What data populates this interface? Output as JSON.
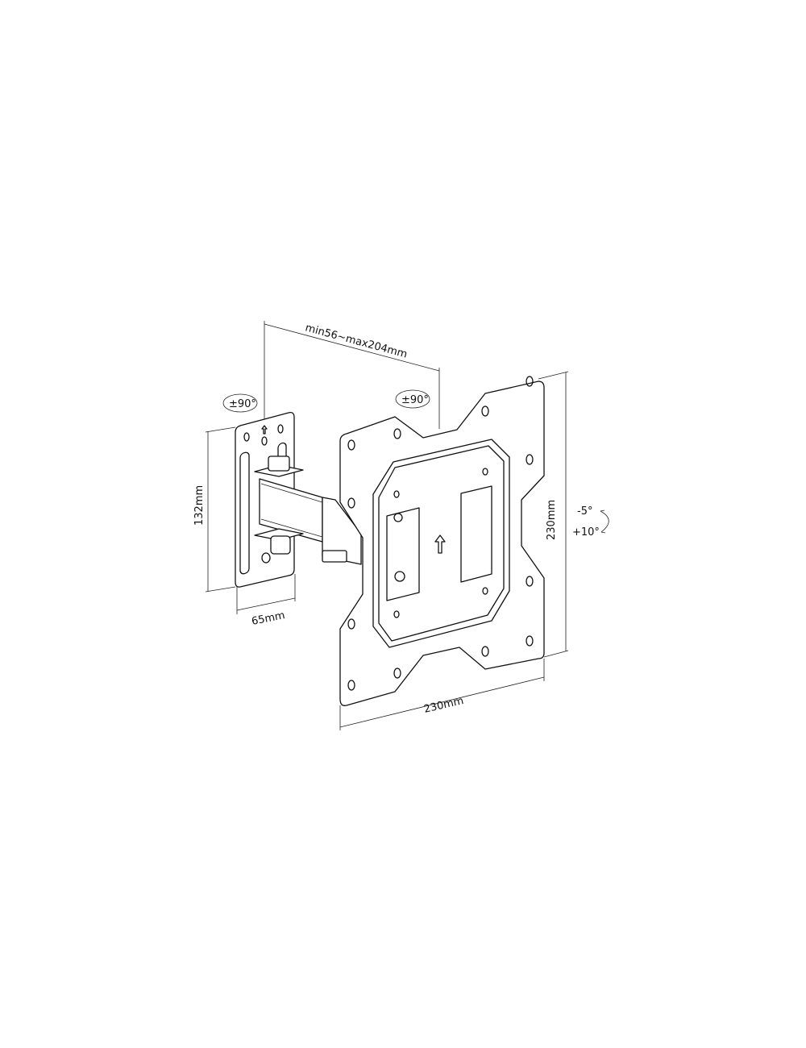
{
  "dimensions": {
    "arm_extension": "min56~max204mm",
    "wall_plate_height": "132mm",
    "wall_plate_width": "65mm",
    "vesa_width": "230mm",
    "vesa_height": "230mm"
  },
  "rotation": {
    "wall_swivel": "±90°",
    "plate_swivel": "±90°",
    "tilt_up": "-5°",
    "tilt_down": "+10°"
  }
}
